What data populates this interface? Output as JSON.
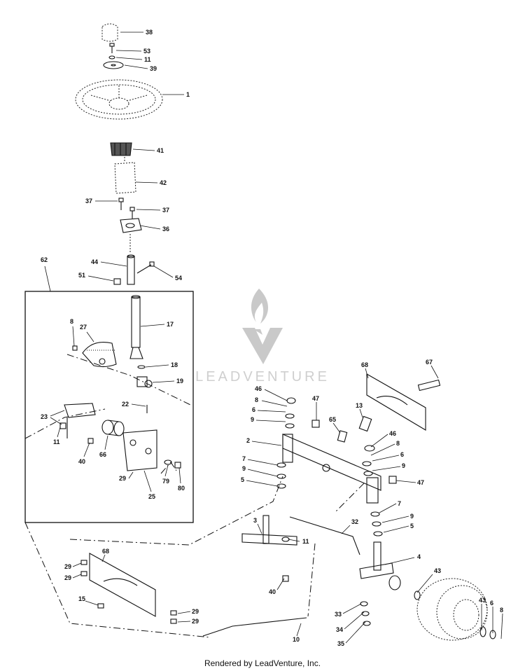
{
  "watermark": {
    "text": "LEADVENTURE"
  },
  "footer": {
    "text": "Rendered by LeadVenture, Inc."
  },
  "callouts": [
    {
      "id": "c1",
      "text": "38"
    },
    {
      "id": "c2",
      "text": "53"
    },
    {
      "id": "c3",
      "text": "11"
    },
    {
      "id": "c4",
      "text": "39"
    },
    {
      "id": "c5",
      "text": "1"
    },
    {
      "id": "c6",
      "text": "41"
    },
    {
      "id": "c7",
      "text": "42"
    },
    {
      "id": "c8",
      "text": "37"
    },
    {
      "id": "c9",
      "text": "37"
    },
    {
      "id": "c10",
      "text": "36"
    },
    {
      "id": "c11",
      "text": "62"
    },
    {
      "id": "c12",
      "text": "44"
    },
    {
      "id": "c13",
      "text": "51"
    },
    {
      "id": "c14",
      "text": "54"
    },
    {
      "id": "c15",
      "text": "17"
    },
    {
      "id": "c16",
      "text": "8"
    },
    {
      "id": "c17",
      "text": "27"
    },
    {
      "id": "c18",
      "text": "18"
    },
    {
      "id": "c19",
      "text": "19"
    },
    {
      "id": "c20",
      "text": "22"
    },
    {
      "id": "c21",
      "text": "23"
    },
    {
      "id": "c22",
      "text": "11"
    },
    {
      "id": "c23",
      "text": "40"
    },
    {
      "id": "c24",
      "text": "66"
    },
    {
      "id": "c25",
      "text": "29"
    },
    {
      "id": "c26",
      "text": "79"
    },
    {
      "id": "c27",
      "text": "80"
    },
    {
      "id": "c28",
      "text": "25"
    },
    {
      "id": "c29",
      "text": "68"
    },
    {
      "id": "c30",
      "text": "67"
    },
    {
      "id": "c31",
      "text": "46"
    },
    {
      "id": "c32",
      "text": "8"
    },
    {
      "id": "c33",
      "text": "6"
    },
    {
      "id": "c34",
      "text": "9"
    },
    {
      "id": "c35",
      "text": "47"
    },
    {
      "id": "c36",
      "text": "13"
    },
    {
      "id": "c37",
      "text": "65"
    },
    {
      "id": "c38",
      "text": "2"
    },
    {
      "id": "c39",
      "text": "46"
    },
    {
      "id": "c40",
      "text": "8"
    },
    {
      "id": "c41",
      "text": "6"
    },
    {
      "id": "c42",
      "text": "9"
    },
    {
      "id": "c43",
      "text": "7"
    },
    {
      "id": "c44",
      "text": "9"
    },
    {
      "id": "c45",
      "text": "5"
    },
    {
      "id": "c46",
      "text": "47"
    },
    {
      "id": "c47",
      "text": "7"
    },
    {
      "id": "c48",
      "text": "9"
    },
    {
      "id": "c49",
      "text": "5"
    },
    {
      "id": "c50",
      "text": "3"
    },
    {
      "id": "c51",
      "text": "32"
    },
    {
      "id": "c52",
      "text": "11"
    },
    {
      "id": "c53",
      "text": "4"
    },
    {
      "id": "c54",
      "text": "40"
    },
    {
      "id": "c55",
      "text": "43"
    },
    {
      "id": "c56",
      "text": "68"
    },
    {
      "id": "c57",
      "text": "29"
    },
    {
      "id": "c58",
      "text": "29"
    },
    {
      "id": "c59",
      "text": "15"
    },
    {
      "id": "c60",
      "text": "29"
    },
    {
      "id": "c61",
      "text": "29"
    },
    {
      "id": "c62",
      "text": "33"
    },
    {
      "id": "c63",
      "text": "34"
    },
    {
      "id": "c64",
      "text": "35"
    },
    {
      "id": "c65",
      "text": "43"
    },
    {
      "id": "c66",
      "text": "6"
    },
    {
      "id": "c67",
      "text": "8"
    },
    {
      "id": "c68",
      "text": "10"
    }
  ]
}
